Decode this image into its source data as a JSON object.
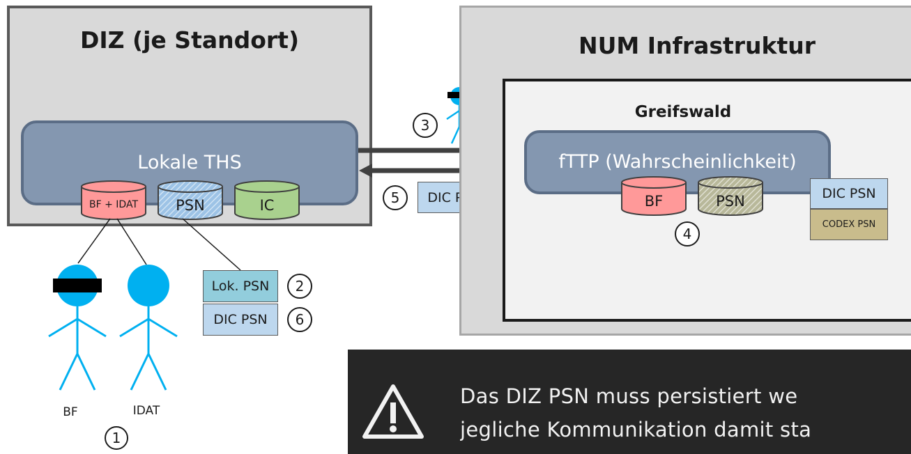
{
  "diz": {
    "title": "DIZ (je Standort)",
    "ths_label": "Lokale THS",
    "db_bf_idat": "BF + IDAT",
    "db_psn": "PSN",
    "db_ic": "IC",
    "lok_psn": "Lok. PSN",
    "dic_psn": "DIC PSN",
    "step2": "2",
    "step6": "6",
    "person_bf": "BF",
    "person_idat": "IDAT",
    "step1": "1"
  },
  "num": {
    "title": "NUM Infrastruktur",
    "greifswald": "Greifswald",
    "fttp_label": "fTTP (Wahrscheinlichkeit)",
    "db_bf": "BF",
    "db_psn": "PSN",
    "dic_psn": "DIC PSN",
    "codex_psn": "CODEX PSN",
    "step4": "4"
  },
  "flow": {
    "step3": "3",
    "step5": "5",
    "dic_psn": "DIC PSN"
  },
  "warning": {
    "line1": "Das DIZ PSN muss persistiert we",
    "line2": "jegliche Kommunikation damit sta"
  },
  "colors": {
    "person": "#00b0f0",
    "bf_fill": "#ff9999",
    "psn_fill": "#9dc3e6",
    "ic_fill": "#a9d18e",
    "psn_grey": "#c9c9b0",
    "dic_fill": "#bdd7ee",
    "codex_fill": "#c9bc8c"
  }
}
